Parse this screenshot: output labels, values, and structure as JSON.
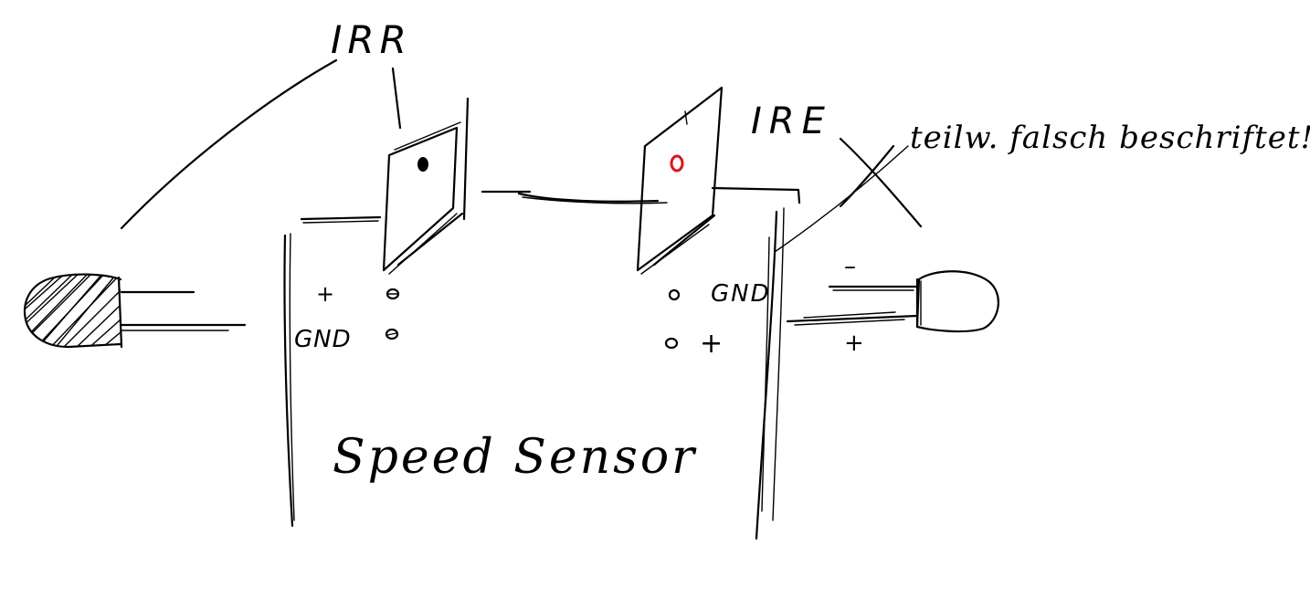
{
  "labels": {
    "irr": "IRR",
    "ire": "IRE",
    "note": "teilw. falsch beschriftet!",
    "title": "Speed Sensor",
    "left_plus": "+",
    "left_gnd": "GND",
    "right_gnd": "GND",
    "right_plus": "+",
    "led_minus": "–",
    "led_plus": "+"
  },
  "colors": {
    "ink": "#000000",
    "emitter_dot": "#e0101a",
    "background": "#ffffff"
  }
}
